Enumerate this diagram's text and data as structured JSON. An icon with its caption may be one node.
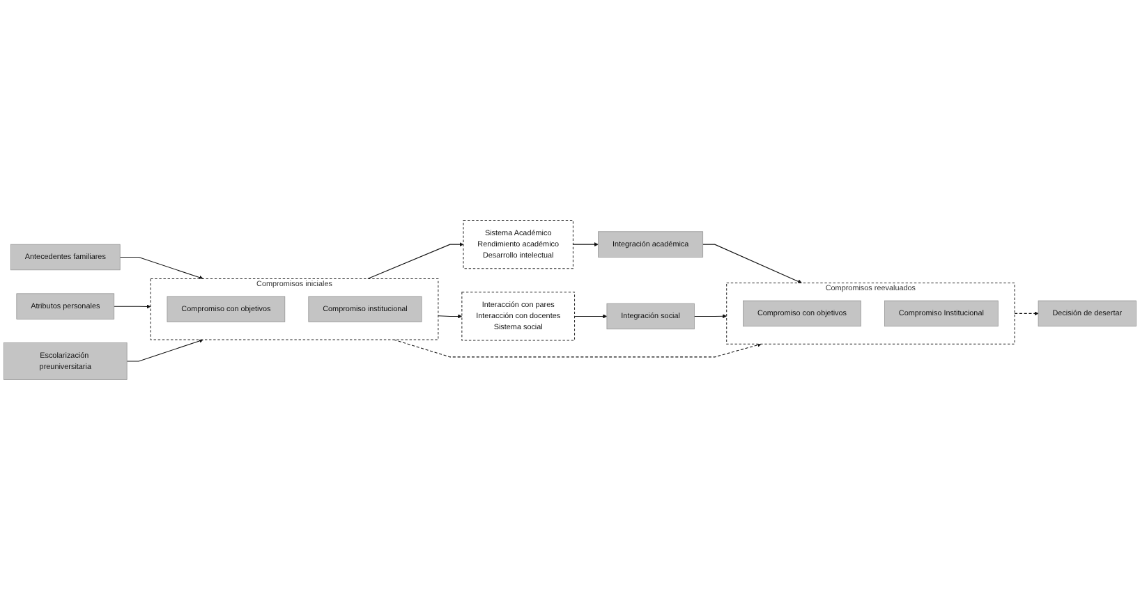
{
  "diagram": {
    "nodes": [
      {
        "text": [
          "Antecedentes familiares"
        ]
      },
      {
        "text": [
          "Atributos personales"
        ]
      },
      {
        "text": [
          "Escolarización preuniversitaria"
        ]
      },
      {
        "text": [
          "Compromisos iniciales"
        ]
      },
      {
        "text": [
          "Compromiso con objetivos"
        ],
        "in": 3
      },
      {
        "text": [
          "Compromiso institucional"
        ],
        "in": 3
      },
      {
        "text": [
          "Sistema Académico",
          "Rendimiento académico",
          "Desarrollo intelectual"
        ]
      },
      {
        "text": [
          "Integración académica"
        ]
      },
      {
        "text": [
          "Interacción con pares",
          "Interacción con docentes",
          "Sistema social"
        ]
      },
      {
        "text": [
          "Integración social"
        ]
      },
      {
        "text": [
          "Compromisos reevaluados"
        ]
      },
      {
        "text": [
          "Compromiso con objetivos"
        ],
        "in": 10
      },
      {
        "text": [
          "Compromiso Institucional"
        ],
        "in": 10
      },
      {
        "text": [
          "Decisión de desertar"
        ]
      }
    ],
    "edges": [
      {
        "from": 0,
        "to": 3,
        "arrow": "to"
      },
      {
        "from": 1,
        "to": 3,
        "arrow": "to"
      },
      {
        "from": 2,
        "to": 3,
        "arrow": "to"
      },
      {
        "from": 3,
        "to": 6,
        "arrow": "to"
      },
      {
        "from": 3,
        "to": 8,
        "arrow": "to"
      },
      {
        "from": 6,
        "to": 7,
        "arrow": "to"
      },
      {
        "from": 8,
        "to": 9,
        "arrow": "to"
      },
      {
        "from": 7,
        "to": 10,
        "arrow": "to"
      },
      {
        "from": 9,
        "to": 10,
        "arrow": "to"
      },
      {
        "from": 3,
        "to": 10,
        "arrow": "to",
        "style": "dashed"
      },
      {
        "from": 10,
        "to": 13,
        "arrow": "to",
        "style": "dashed"
      }
    ]
  }
}
